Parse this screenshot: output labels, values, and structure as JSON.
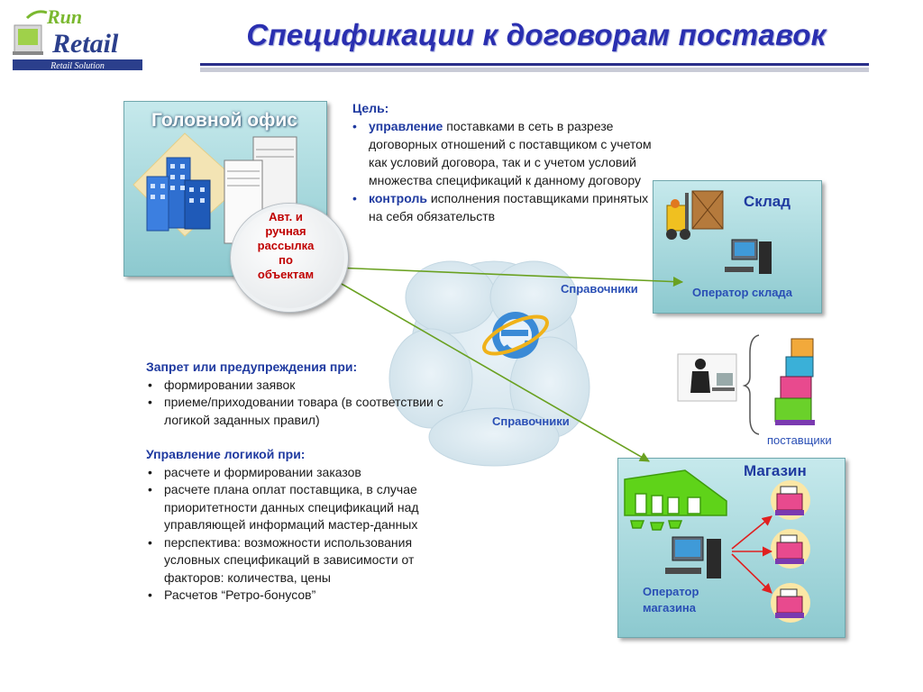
{
  "logo": {
    "line1": "Run",
    "line2": "Retail",
    "tagline": "Retail Solution"
  },
  "title": "Спецификации к договорам поставок",
  "head_office": {
    "title": "Головной офис",
    "badge_lines": [
      "Авт. и",
      "ручная",
      "рассылка",
      "по",
      "объектам"
    ]
  },
  "goal": {
    "heading": "Цель:",
    "items": [
      {
        "keyword": "управление",
        "text": " поставками в сеть в разрезе договорных отношений с поставщиком с учетом как условий договора, так и с учетом условий множества спецификаций к данному договору"
      },
      {
        "keyword": "контроль",
        "text": " исполнения поставщиками принятых на себя обязательств"
      }
    ]
  },
  "warehouse": {
    "title": "Склад",
    "operator": "Оператор склада"
  },
  "references_1": "Справочники",
  "references_2": "Справочники",
  "suppliers_label": "поставщики",
  "store": {
    "title": "Магазин",
    "operator_line1": "Оператор",
    "operator_line2": "магазина"
  },
  "restrictions": {
    "heading": "Запрет или предупреждения при:",
    "items": [
      "формировании заявок",
      "приеме/приходовании товара (в соответствии с логикой заданных правил)"
    ]
  },
  "logic": {
    "heading": "Управление логикой при:",
    "items": [
      "расчете и формировании заказов",
      "расчете плана оплат поставщика, в случае приоритетности данных спецификаций над управляющей информаций мастер-данных",
      "перспектива: возможности использования условных спецификаций в зависимости от факторов: количества, цены",
      "Расчетов “Ретро-бонусов”"
    ]
  },
  "colors": {
    "title": "#2a2fb0",
    "accent_blue": "#1f3aa0",
    "badge_red": "#c00000",
    "arrow_green": "#6aa121",
    "arrow_red": "#e02020",
    "panel": "#a9dbe0"
  }
}
